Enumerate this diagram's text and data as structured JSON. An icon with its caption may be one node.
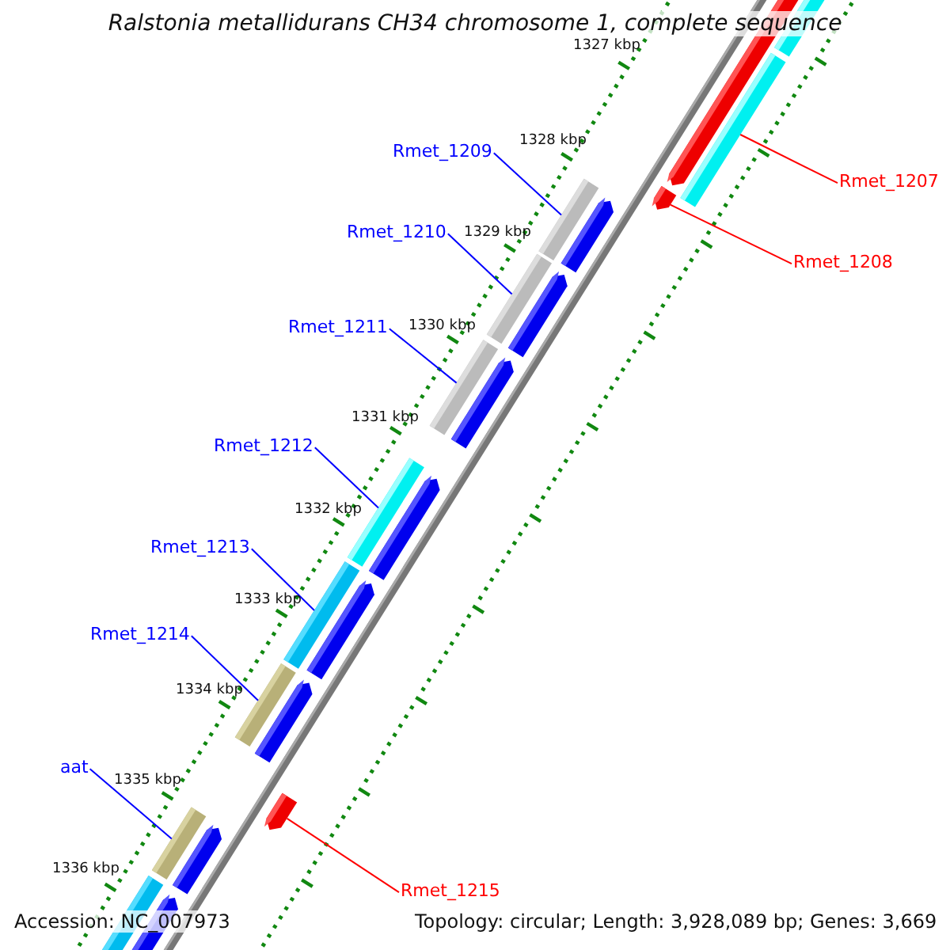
{
  "diagram": {
    "title": "Ralstonia metallidurans CH34 chromosome 1, complete sequence",
    "nodes": [
      {
        "text": [
          "Rmet_1209"
        ]
      },
      {
        "text": [
          "Rmet_1207"
        ]
      },
      {
        "text": [
          "Rmet_1210"
        ]
      },
      {
        "text": [
          "Rmet_1208"
        ]
      },
      {
        "text": [
          "Rmet_1211"
        ]
      },
      {
        "text": [
          "Rmet_1212"
        ]
      },
      {
        "text": [
          "Rmet_1213"
        ]
      },
      {
        "text": [
          "Rmet_1214"
        ]
      },
      {
        "text": [
          "aat"
        ]
      },
      {
        "text": [
          "Rmet_1215"
        ]
      },
      {
        "text": [],
        "shape": "bar"
      },
      {
        "text": [],
        "shape": "bar"
      },
      {
        "text": [],
        "shape": "bar"
      },
      {
        "text": [],
        "shape": "bar"
      },
      {
        "text": [],
        "shape": "bar"
      },
      {
        "text": [],
        "shape": "bar"
      },
      {
        "text": [],
        "shape": "bar"
      },
      {
        "text": [],
        "shape": "bar"
      },
      {
        "text": [],
        "shape": "bar"
      },
      {
        "text": [],
        "shape": "bar"
      }
    ],
    "edges": [
      {
        "from": 0,
        "to": 12,
        "arrow": "none"
      },
      {
        "from": 1,
        "to": 10,
        "arrow": "none",
        "color": "#ff0000"
      },
      {
        "from": 2,
        "to": 13,
        "arrow": "none"
      },
      {
        "from": 3,
        "to": 11,
        "arrow": "none",
        "color": "#ff0000"
      },
      {
        "from": 4,
        "to": 14,
        "arrow": "none"
      },
      {
        "from": 5,
        "to": 15,
        "arrow": "none"
      },
      {
        "from": 6,
        "to": 16,
        "arrow": "none"
      },
      {
        "from": 7,
        "to": 17,
        "arrow": "none"
      },
      {
        "from": 8,
        "to": 18,
        "arrow": "none"
      },
      {
        "from": 9,
        "to": 19,
        "arrow": "none",
        "color": "#ff0000"
      }
    ],
    "labels": [
      "1327 kbp",
      "1328 kbp",
      "1329 kbp",
      "1330 kbp",
      "1331 kbp",
      "1332 kbp",
      "1333 kbp",
      "1334 kbp",
      "1335 kbp",
      "1336 kbp",
      "Accession: NC_007973",
      "Topology: circular; Length: 3,928,089 bp; Genes: 3,669"
    ]
  }
}
